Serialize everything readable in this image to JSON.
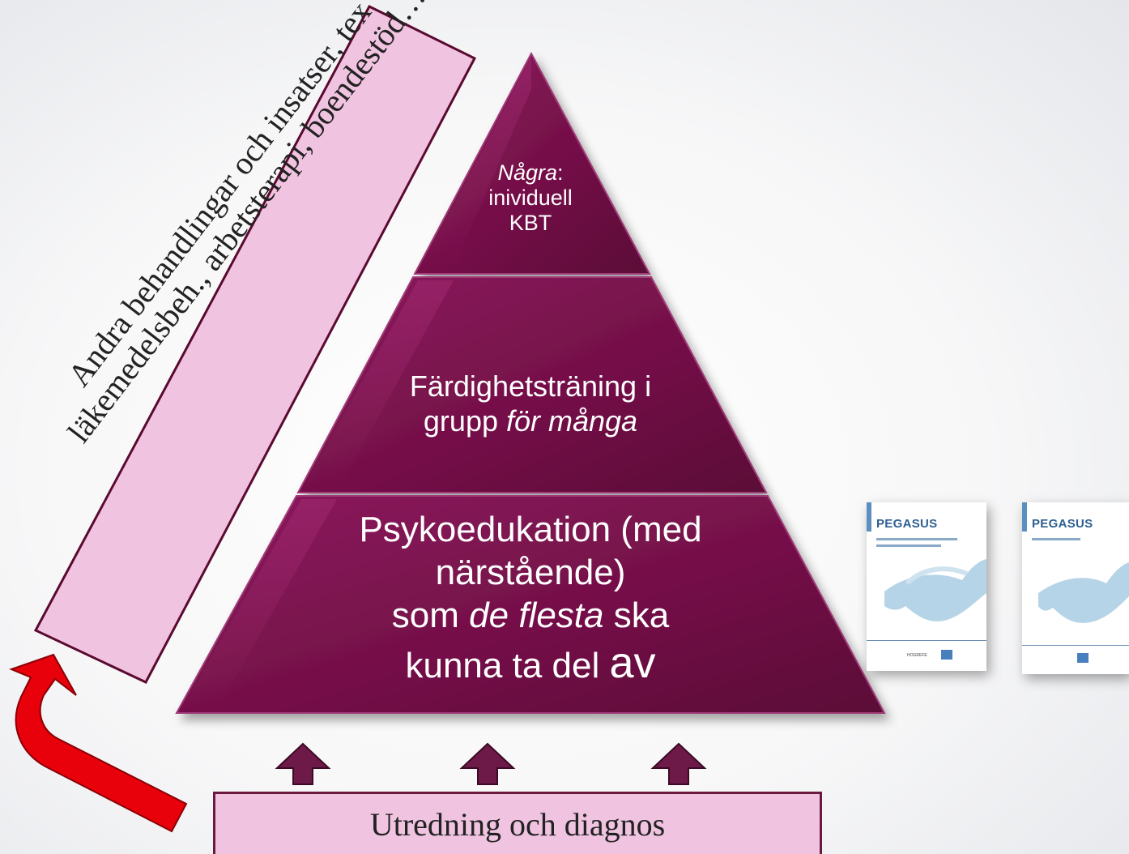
{
  "diagram": {
    "side_note": {
      "line1": "Andra behandlingar och  insatser, tex",
      "line2": "läkemedelsbeh., arbetsterapi, boendestöd…"
    },
    "pyramid": {
      "top": {
        "italic": "Några",
        "colon": ":",
        "line2": "inividuell",
        "line3": "KBT"
      },
      "middle": {
        "line1": "Färdighetsträning i",
        "line2_plain": "grupp ",
        "line2_italic": "för många"
      },
      "bottom": {
        "line1": "Psykoedukation (med",
        "line2": "närstående)",
        "line3_plain_a": "som ",
        "line3_italic": "de flesta",
        "line3_plain_b": " ska",
        "line4_plain": "kunna ta del ",
        "line4_big": "av"
      }
    },
    "base_label": "Utredning och diagnos",
    "books": [
      {
        "title": "PEGASUS",
        "publisher": "HOGREFE"
      },
      {
        "title": "PEGASUS"
      }
    ],
    "colors": {
      "pyramid": "#7a1050",
      "pink_box": "#f0c3e0",
      "red_arrow": "#e8000a",
      "small_arrows": "#6e1a48"
    }
  }
}
